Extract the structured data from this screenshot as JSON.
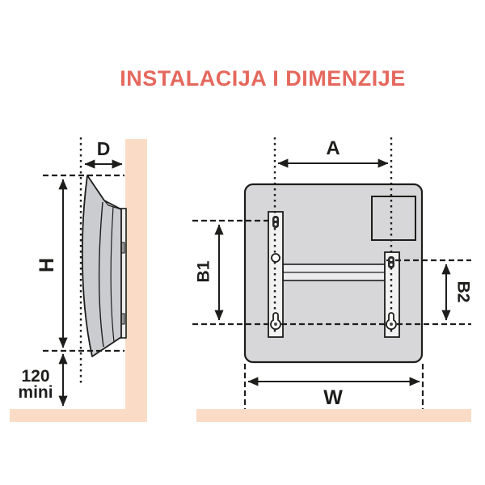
{
  "title": "INSTALACIJA I DIMENZIJE",
  "colors": {
    "accent": "#e5685d",
    "wall": "#fadcc6",
    "unit_gray": "#d7d7d9",
    "side_body_gray": "#cbccd0",
    "line": "#1d1d1b"
  },
  "side_view": {
    "depth_label": "D",
    "height_label": "H",
    "clearance_value": "120",
    "clearance_unit": "mini"
  },
  "back_view": {
    "hole_spacing_label": "A",
    "left_bracket_label": "B1",
    "right_bracket_label": "B2",
    "width_label": "W"
  }
}
